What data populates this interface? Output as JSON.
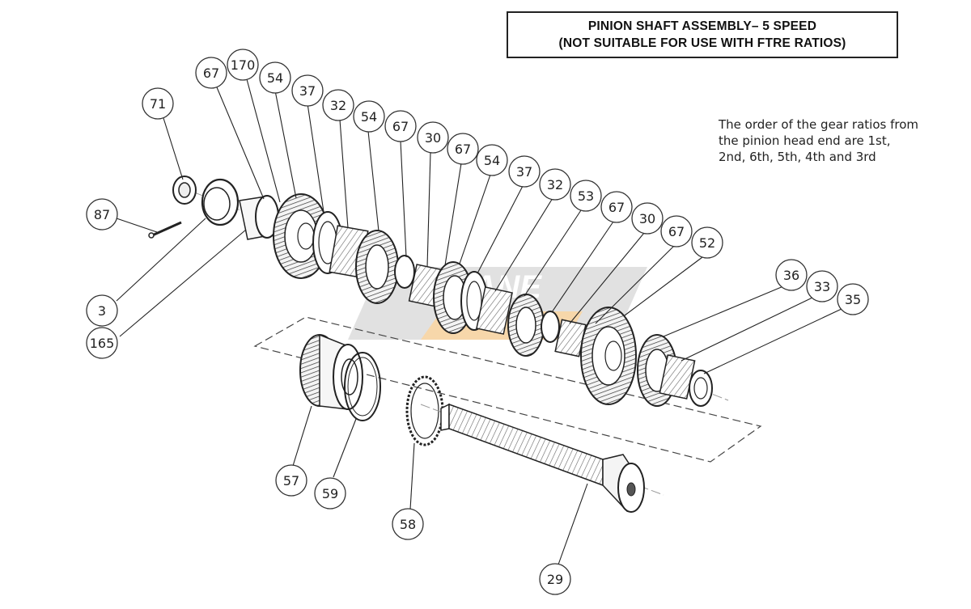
{
  "title": {
    "line1": "PINION SHAFT ASSEMBLY– 5 SPEED",
    "line2": "(NOT SUITABLE FOR USE WITH FTRE RATIOS)"
  },
  "note": {
    "line1": "The order of the gear ratios from",
    "line2": "the pinion head end are 1st,",
    "line3": "2nd, 6th, 5th, 4th and 3rd"
  },
  "watermark": {
    "text": "LANE",
    "color": "#c9c9c9",
    "accent": "#f2b766"
  },
  "callouts": [
    {
      "label": "71"
    },
    {
      "label": "87"
    },
    {
      "label": "3"
    },
    {
      "label": "165"
    },
    {
      "label": "67"
    },
    {
      "label": "170"
    },
    {
      "label": "54"
    },
    {
      "label": "37"
    },
    {
      "label": "32"
    },
    {
      "label": "54"
    },
    {
      "label": "67"
    },
    {
      "label": "30"
    },
    {
      "label": "67"
    },
    {
      "label": "54"
    },
    {
      "label": "37"
    },
    {
      "label": "32"
    },
    {
      "label": "53"
    },
    {
      "label": "67"
    },
    {
      "label": "30"
    },
    {
      "label": "67"
    },
    {
      "label": "52"
    },
    {
      "label": "36"
    },
    {
      "label": "33"
    },
    {
      "label": "35"
    },
    {
      "label": "57"
    },
    {
      "label": "59"
    },
    {
      "label": "58"
    },
    {
      "label": "29"
    }
  ]
}
